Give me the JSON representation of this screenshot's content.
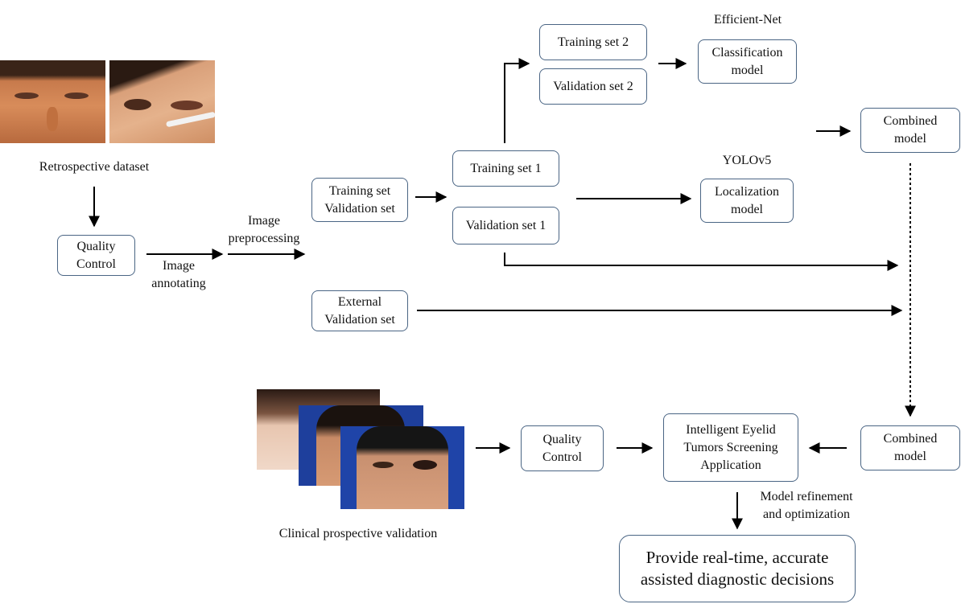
{
  "retrospective": {
    "caption": "Retrospective dataset",
    "photo_left": "face-photo",
    "photo_right": "eyelid-photo"
  },
  "qc_top": "Quality\nControl",
  "image_annotating": "Image\nannotating",
  "image_preprocessing": "Image\npreprocessing",
  "trainval_box": "Training set\nValidation set",
  "external_box": "External\nValidation set",
  "training_set_1": "Training set 1",
  "validation_set_1": "Validation set 1",
  "training_set_2": "Training set 2",
  "validation_set_2": "Validation set 2",
  "efficientnet_label": "Efficient-Net",
  "classification_model": "Classification\nmodel",
  "yolo_label": "YOLOv5",
  "localization_model": "Localization\nmodel",
  "combined_model_top": "Combined\nmodel",
  "combined_model_bottom": "Combined\nmodel",
  "qc_bottom": "Quality\nControl",
  "app_box": "Intelligent Eyelid\nTumors Screening\nApplication",
  "refinement_label": "Model refinement\nand optimization",
  "decision_box": "Provide real-time, accurate\nassisted diagnostic decisions",
  "clinical_caption": "Clinical prospective validation",
  "colors": {
    "box_border": "#4a6584",
    "arrow": "#000000"
  }
}
